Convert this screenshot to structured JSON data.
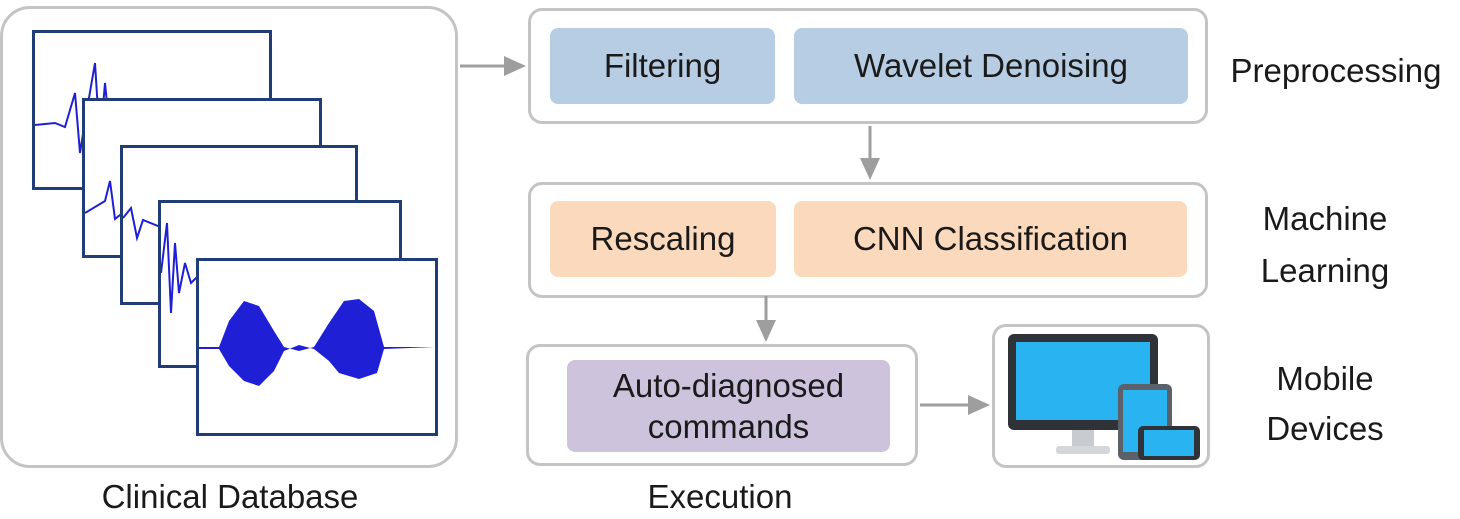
{
  "database": {
    "caption": "Clinical Database"
  },
  "stages": {
    "preprocessing": {
      "label": "Preprocessing",
      "steps": [
        "Filtering",
        "Wavelet Denoising"
      ]
    },
    "machine_learning": {
      "label_line1": "Machine",
      "label_line2": "Learning",
      "steps": [
        "Rescaling",
        "CNN Classification"
      ]
    },
    "execution": {
      "label": "Execution",
      "step_line1": "Auto-diagnosed",
      "step_line2": "commands"
    },
    "mobile": {
      "label_line1": "Mobile",
      "label_line2": "Devices"
    }
  },
  "colors": {
    "preprocessing": "#b7cde3",
    "machine_learning": "#fbd9bd",
    "execution": "#cdc3dd",
    "wave": "#1f1fd6",
    "frame": "#c4c4c4",
    "arrow": "#9e9e9e"
  },
  "icons": [
    "waveform-icon",
    "monitor-icon",
    "tablet-icon",
    "phone-icon"
  ]
}
